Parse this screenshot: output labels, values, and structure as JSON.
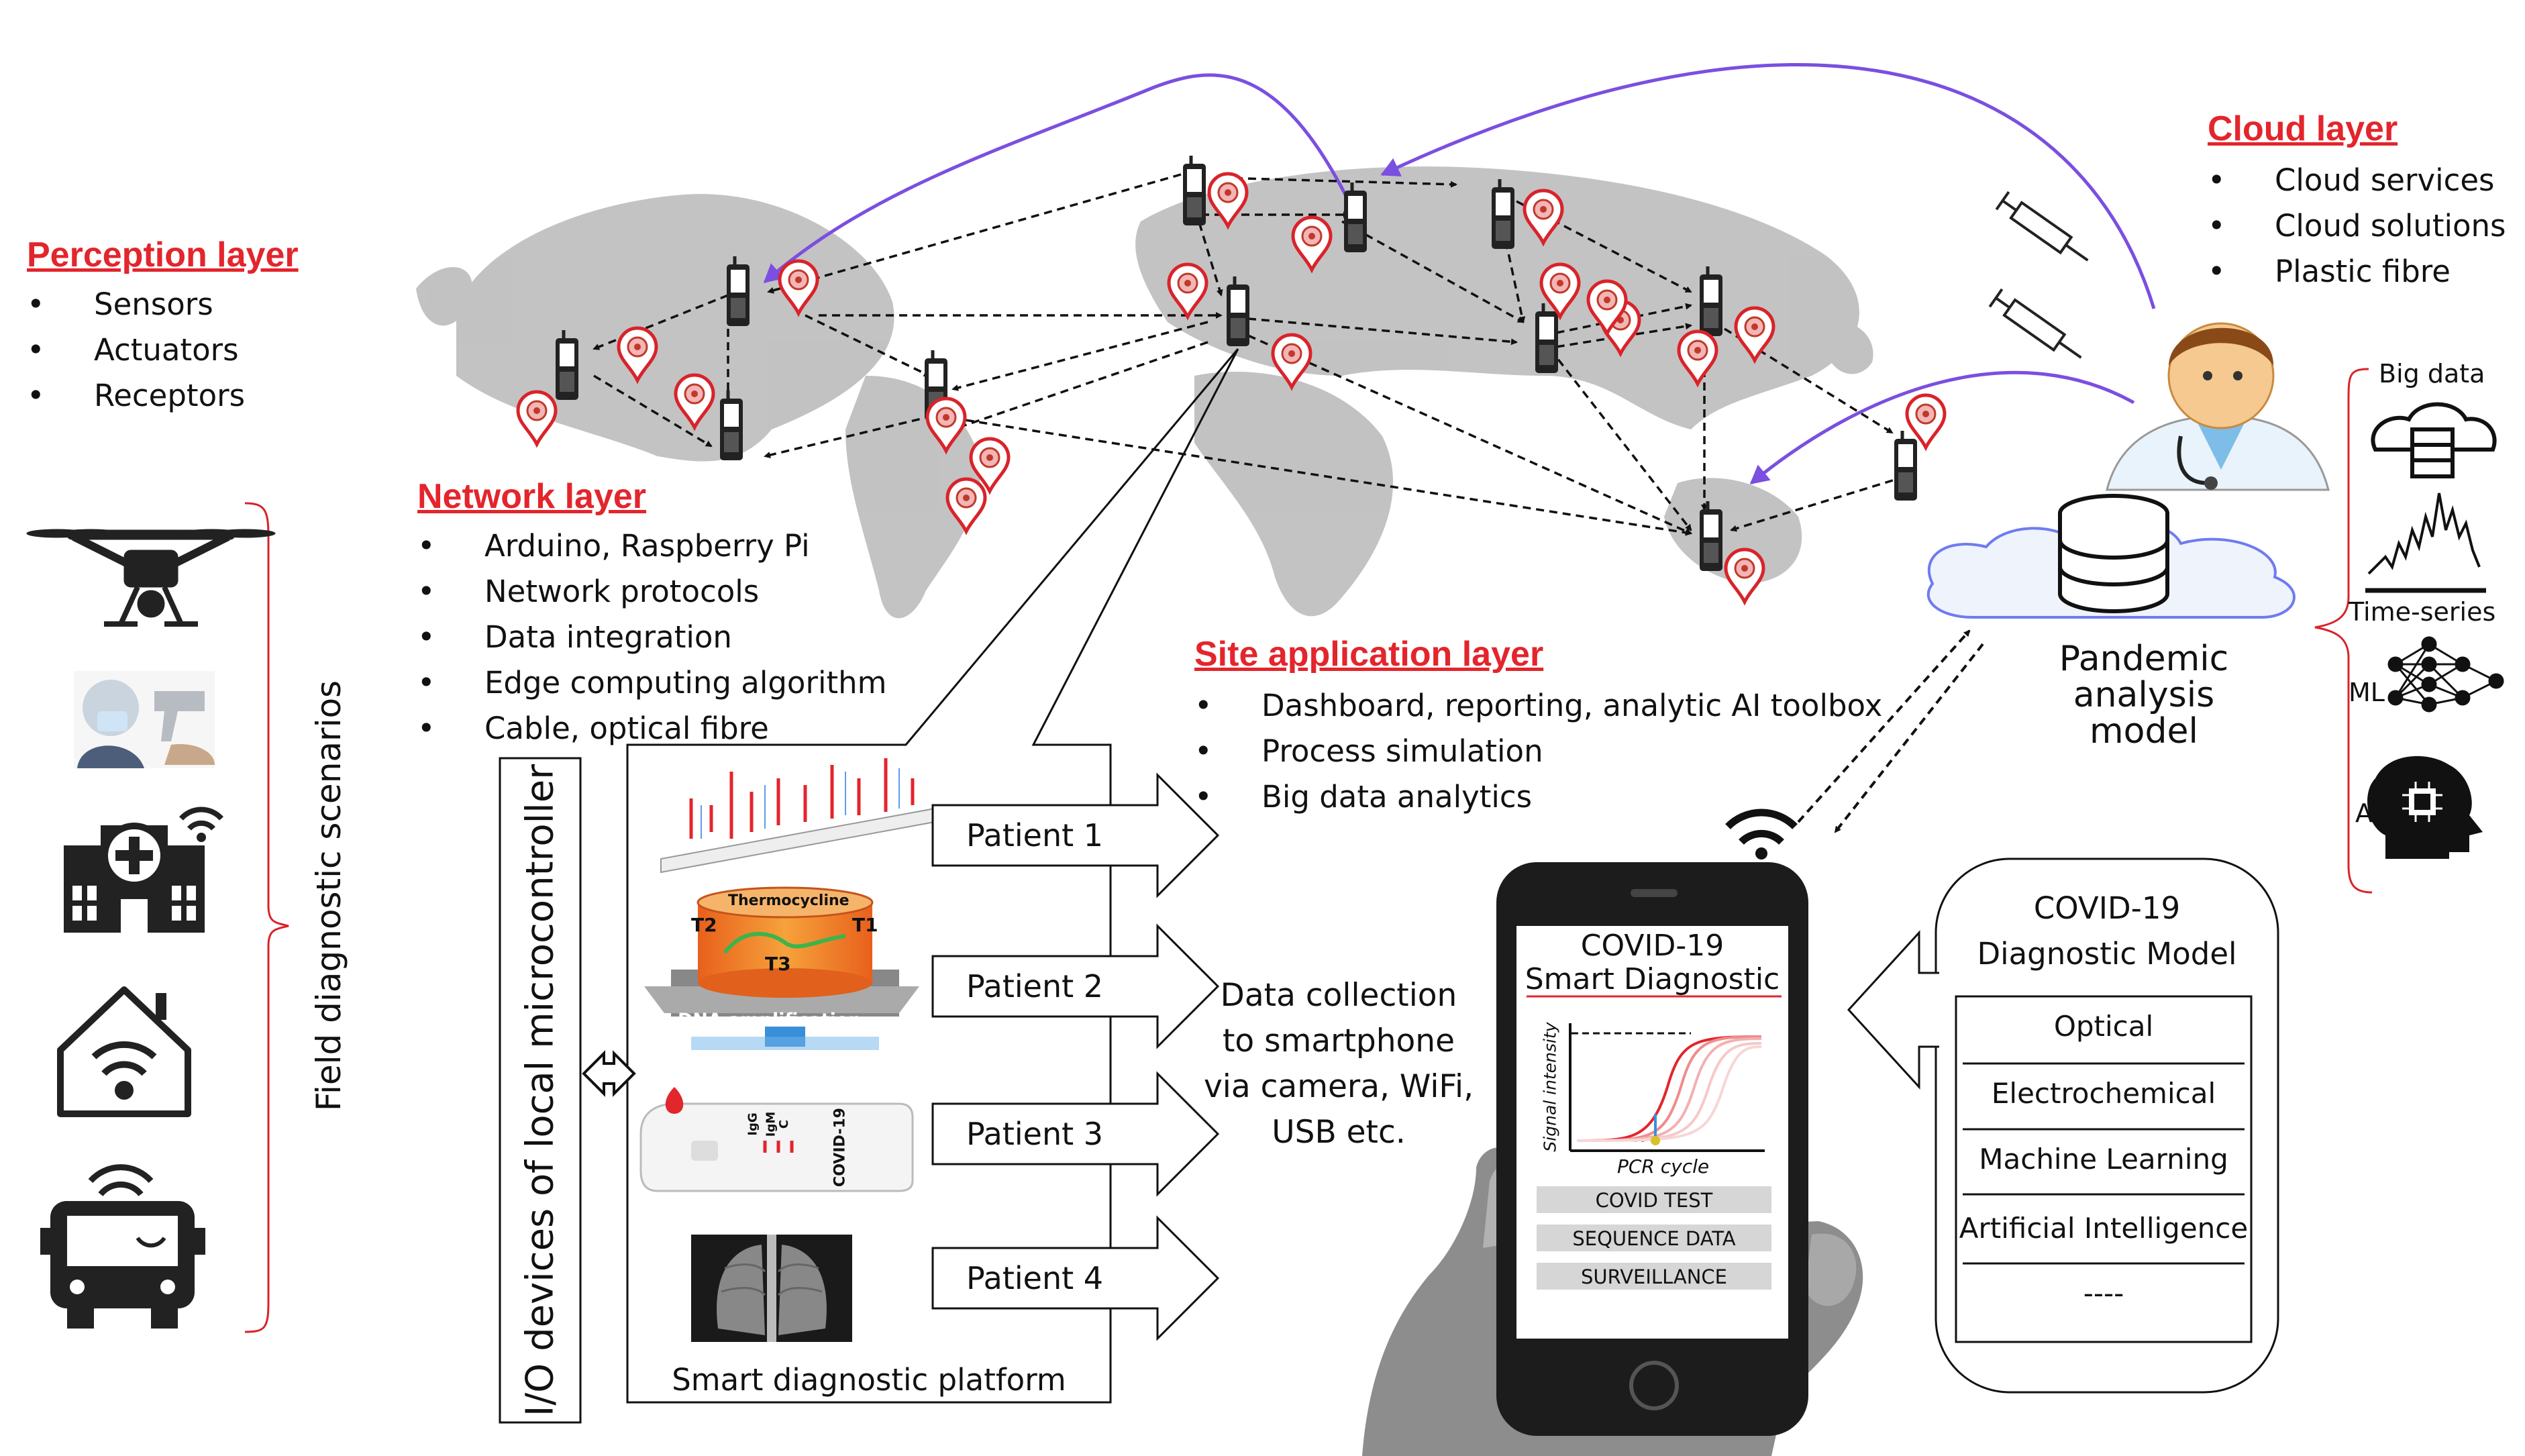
{
  "perception": {
    "title": "Perception layer",
    "items": [
      "Sensors",
      "Actuators",
      "Receptors"
    ]
  },
  "network": {
    "title": "Network layer",
    "items": [
      "Arduino, Raspberry Pi",
      "Network protocols",
      "Data integration",
      "Edge computing algorithm",
      "Cable, optical fibre"
    ]
  },
  "site": {
    "title": "Site application layer",
    "items": [
      "Dashboard, reporting, analytic AI toolbox",
      "Process simulation",
      "Big data analytics"
    ]
  },
  "cloud": {
    "title": "Cloud layer",
    "items": [
      "Cloud services",
      "Cloud solutions",
      "Plastic fibre"
    ]
  },
  "field_label": "Field diagnostic scenarios",
  "io_label": "I/O devices of local microcontroller",
  "platform": {
    "caption": "Smart diagnostic platform",
    "thermo_label": "Thermocycline",
    "t1": "T1",
    "t2": "T2",
    "t3": "T3",
    "dna_label": "DNA amplification",
    "test_igg": "IgG",
    "test_igm": "IgM",
    "test_c": "C",
    "test_name": "COVID-19"
  },
  "patients": [
    "Patient 1",
    "Patient 2",
    "Patient 3",
    "Patient 4"
  ],
  "data_collection": [
    "Data collection",
    "to smartphone",
    "via camera, WiFi,",
    "USB etc."
  ],
  "phone": {
    "title_line1": "COVID-19",
    "title_line2": "Smart Diagnostic",
    "ylabel": "Signal intensity",
    "xlabel": "PCR cycle",
    "buttons": [
      "COVID TEST",
      "SEQUENCE DATA",
      "SURVEILLANCE"
    ]
  },
  "diag_model": {
    "title_line1": "COVID-19",
    "title_line2": "Diagnostic Model",
    "items": [
      "Optical",
      "Electrochemical",
      "Machine Learning",
      "Artificial Intelligence",
      "----"
    ]
  },
  "pandemic": [
    "Pandemic",
    "analysis",
    "model"
  ],
  "tools": {
    "big_data": "Big data",
    "time_series": "Time-series",
    "ml": "ML",
    "ai": "AI"
  },
  "colors": {
    "accent": "#e3252c",
    "arrow": "#7b4fe0",
    "map": "#b8b8b8",
    "curve": "#e3252c"
  }
}
